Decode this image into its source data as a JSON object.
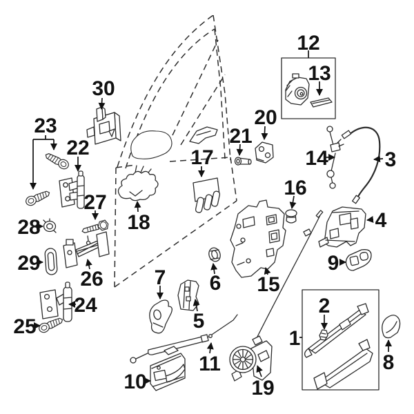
{
  "diagram": {
    "background_color": "#ffffff",
    "line_color": "#2a2a2a",
    "label_color": "#111111",
    "highlight_color": "#3b63b3",
    "highlighted_callout": "30",
    "callouts": {
      "c1": "1",
      "c2": "2",
      "c3": "3",
      "c4": "4",
      "c5": "5",
      "c6": "6",
      "c7": "7",
      "c8": "8",
      "c9": "9",
      "c10": "10",
      "c11": "11",
      "c12": "12",
      "c13": "13",
      "c14": "14",
      "c15": "15",
      "c16": "16",
      "c17": "17",
      "c18": "18",
      "c19": "19",
      "c20": "20",
      "c21": "21",
      "c22": "22",
      "c23": "23",
      "c24": "24",
      "c25": "25",
      "c26": "26",
      "c27": "27",
      "c28": "28",
      "c29": "29",
      "c30": "30"
    }
  }
}
